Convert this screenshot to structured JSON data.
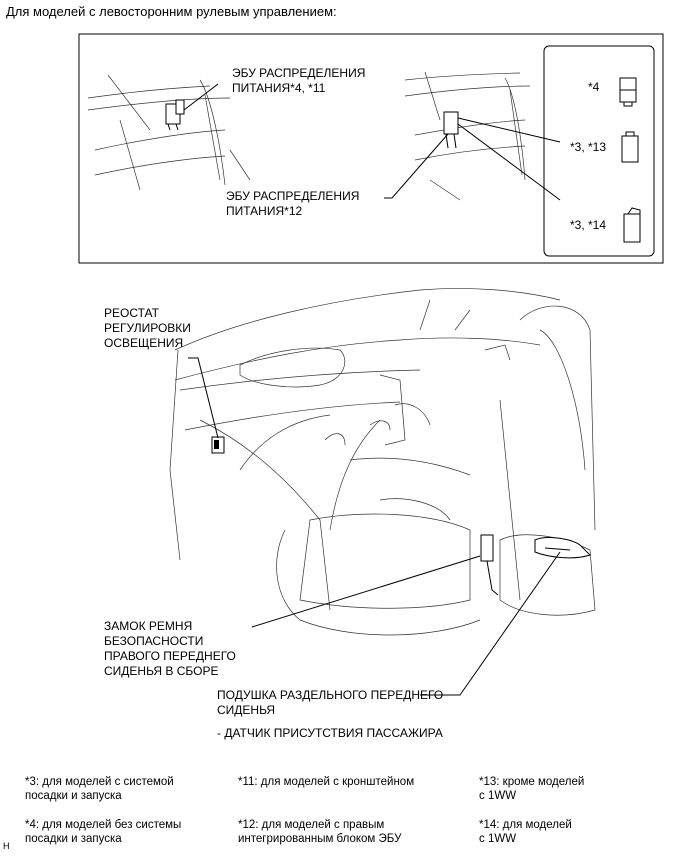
{
  "heading": "Для моделей с левосторонним рулевым управлением:",
  "inset": {
    "ecu_label_1": [
      "ЭБУ РАСПРЕДЕЛЕНИЯ",
      "ПИТАНИЯ*4, *11"
    ],
    "ecu_label_2": [
      "ЭБУ РАСПРЕДЕЛЕНИЯ",
      "ПИТАНИЯ*12"
    ],
    "variants": [
      "*4",
      "*3, *13",
      "*3, *14"
    ]
  },
  "main": {
    "rheostat_label": [
      "РЕОСТАТ",
      "РЕГУЛИРОВКИ",
      "ОСВЕЩЕНИЯ"
    ],
    "buckle_label": [
      "ЗАМОК РЕМНЯ",
      "БЕЗОПАСНОСТИ",
      "ПРАВОГО ПЕРЕДНЕГО",
      "СИДЕНЬЯ В СБОРЕ"
    ],
    "cushion_label": [
      "ПОДУШКА РАЗДЕЛЬНОГО ПЕРЕДНЕГО",
      "СИДЕНЬЯ"
    ],
    "sensor_label": "- ДАТЧИК ПРИСУТСТВИЯ ПАССАЖИРА"
  },
  "footnotes": {
    "col1": [
      "*3: для моделей с системой",
      "посадки и запуска",
      "*4: для моделей без системы",
      "посадки и запуска"
    ],
    "col2": [
      "*11: для моделей с кронштейном",
      "*12: для моделей с правым",
      "интегрированным блоком ЭБУ"
    ],
    "col3": [
      "*13: кроме моделей",
      "с 1WW",
      "*14: для моделей",
      "с 1WW"
    ]
  },
  "corner_mark": "H"
}
